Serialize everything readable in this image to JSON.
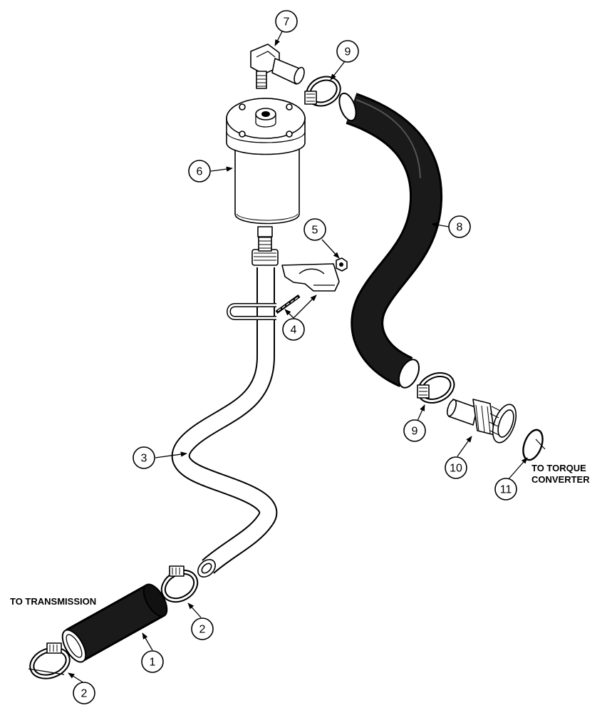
{
  "labels": {
    "to_transmission": "TO TRANSMISSION",
    "to_torque_line1": "TO TORQUE",
    "to_torque_line2": "CONVERTER"
  },
  "callouts": {
    "c1": "1",
    "c2a": "2",
    "c2b": "2",
    "c3": "3",
    "c4": "4",
    "c5": "5",
    "c6": "6",
    "c7": "7",
    "c8": "8",
    "c9a": "9",
    "c9b": "9",
    "c10": "10",
    "c11": "11"
  }
}
